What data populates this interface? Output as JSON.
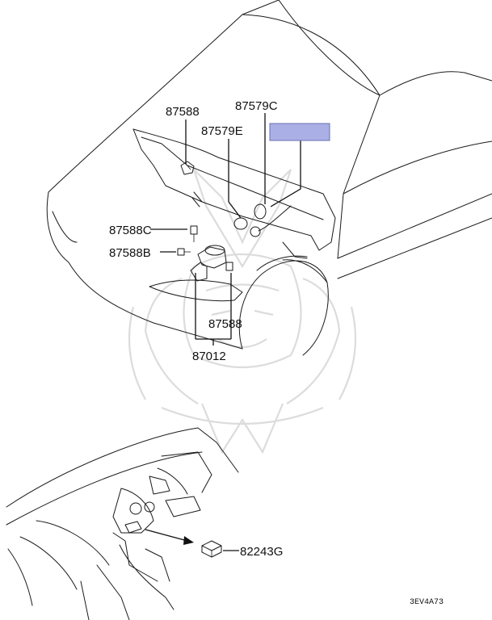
{
  "colors": {
    "ink": "#1a1a1a",
    "highlight_fill": "#aab0e6",
    "highlight_stroke": "#6a6fb0",
    "watermark": "#dcdcdc"
  },
  "callouts": {
    "bolt_upper": "87588",
    "connector_c": "87579C",
    "connector_e": "87579E",
    "bolt_c": "87588C",
    "bolt_b": "87588B",
    "bolt_lower": "87588",
    "bracket_assembly": "87012",
    "switch": "82243G"
  },
  "figure_code": "3EV4A73",
  "icons": {
    "watermark": "samurai-helmet-watermark-icon",
    "arrow": "arrow-head-icon"
  }
}
